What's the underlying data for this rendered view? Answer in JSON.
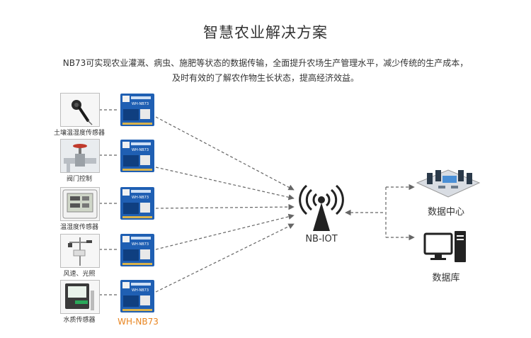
{
  "title": "智慧农业解决方案",
  "description": {
    "line1": "NB73可实现农业灌溉、病虫、施肥等状态的数据传输，全面提升农场生产管理水平，减少传统的生产成本，",
    "line2": "及时有效的了解农作物生长状态，提高经济效益。"
  },
  "sensors": [
    {
      "label": "土壤温湿度传感器",
      "icon": "soil-probe-icon"
    },
    {
      "label": "阀门控制",
      "icon": "valve-icon"
    },
    {
      "label": "温湿度传感器",
      "icon": "thermo-hygrometer-icon"
    },
    {
      "label": "风速、光照",
      "icon": "weather-station-icon"
    },
    {
      "label": "水质传感器",
      "icon": "water-quality-meter-icon"
    }
  ],
  "module": {
    "label": "WH-NB73",
    "board_text": "WH-NB73",
    "label_color": "#e8841f",
    "board_color": "#1f5fb3"
  },
  "hub": {
    "label": "NB-IOT",
    "icon": "antenna-tower-icon"
  },
  "targets": [
    {
      "label": "数据中心",
      "icon": "data-center-icon"
    },
    {
      "label": "数据库",
      "icon": "computer-icon"
    }
  ],
  "colors": {
    "line": "#666666",
    "text": "#333333"
  }
}
